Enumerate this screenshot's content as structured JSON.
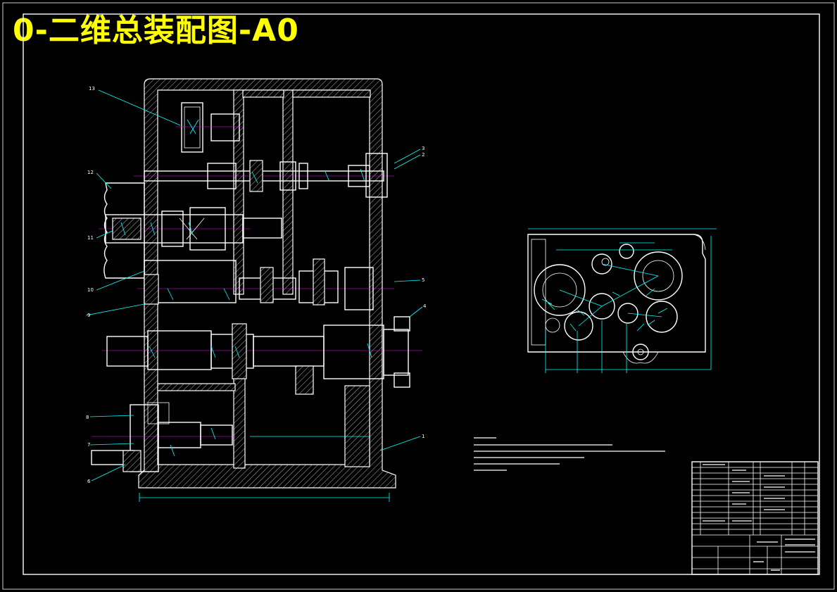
{
  "drawing": {
    "title": "0-二维总装配图-A0",
    "colors": {
      "background": "#000000",
      "title": "#ffff00",
      "outline": "#ffffff",
      "dimension": "#00ffff",
      "center_line": "#ff00ff"
    },
    "callouts": [
      "13",
      "12",
      "11",
      "10",
      "9",
      "8",
      "7",
      "6",
      "1",
      "2",
      "3",
      "4",
      "5"
    ]
  }
}
